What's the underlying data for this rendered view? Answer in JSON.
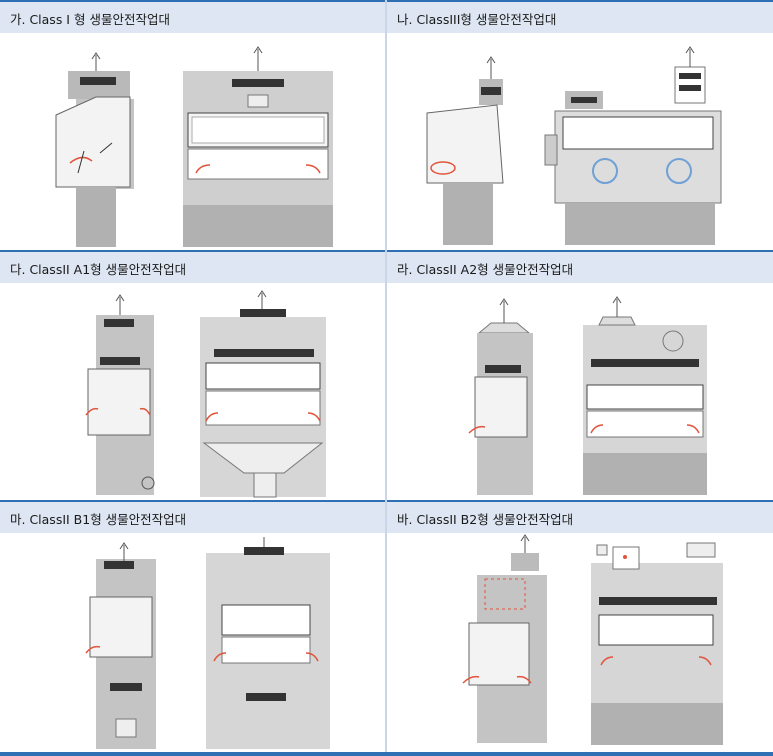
{
  "panels": [
    {
      "label": "가. Class I 형 생물안전작업대"
    },
    {
      "label": "나. ClassIII형 생물안전작업대"
    },
    {
      "label": "다. ClassII A1형 생물안전작업대"
    },
    {
      "label": "라. ClassII A2형 생물안전작업대"
    },
    {
      "label": "마. ClassII B1형 생물안전작업대"
    },
    {
      "label": "바. ClassII B2형 생물안전작업대"
    }
  ],
  "colors": {
    "header_bg": "#dde6f2",
    "accent": "#2f6fb3",
    "airflow_red": "#e2533b",
    "cabinet_gray": "#b9b9b9"
  }
}
